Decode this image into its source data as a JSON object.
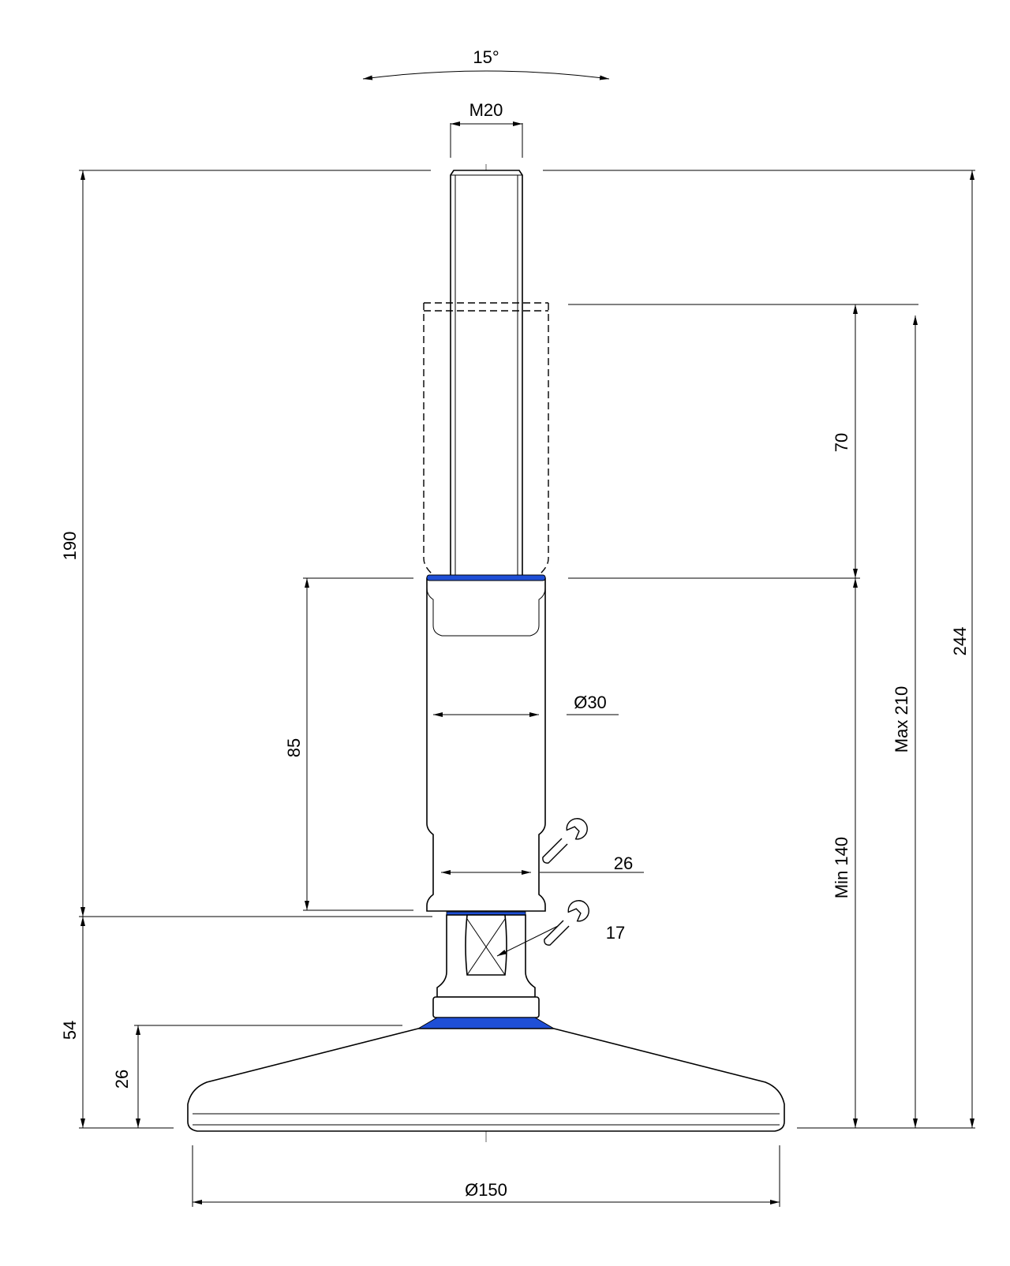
{
  "drawing": {
    "accent_color": "#1f4fd6",
    "dimensions": {
      "tilt_angle": "15°",
      "thread": "M20",
      "stroke": "70",
      "body_length": "85",
      "overall_height": "244",
      "max_height": "Max 210",
      "min_height": "Min 140",
      "stem_height": "190",
      "base_height": "54",
      "foot_height": "26",
      "body_diameter": "Ø30",
      "base_diameter": "Ø150"
    },
    "wrench_sizes": {
      "body": "26",
      "hex": "17"
    },
    "icons": [
      "wrench-icon",
      "wrench-icon"
    ]
  }
}
